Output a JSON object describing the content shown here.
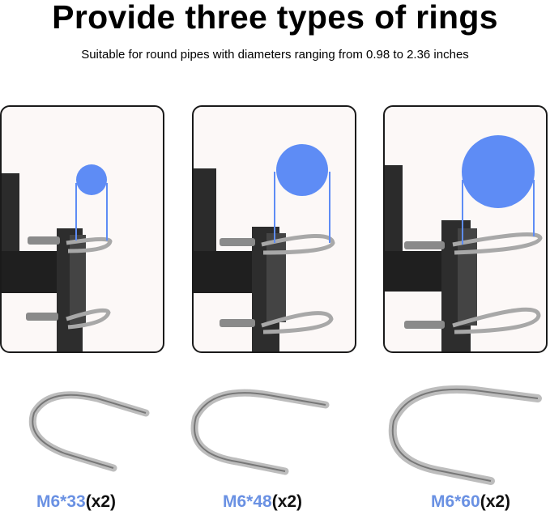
{
  "header": {
    "title": "Provide three types of rings",
    "subtitle": "Suitable for round pipes with diameters ranging from 0.98 to 2.36 inches"
  },
  "colors": {
    "accent_blue": "#6a91e3",
    "circle_blue": "#5e8cf5",
    "panel_bg": "#fcf8f7",
    "panel_border": "#1a1a1a"
  },
  "rings": [
    {
      "size": "M6*33",
      "qty": "(x2)",
      "pipe_circle": "small"
    },
    {
      "size": "M6*48",
      "qty": "(x2)",
      "pipe_circle": "medium"
    },
    {
      "size": "M6*60",
      "qty": "(x2)",
      "pipe_circle": "large"
    }
  ]
}
